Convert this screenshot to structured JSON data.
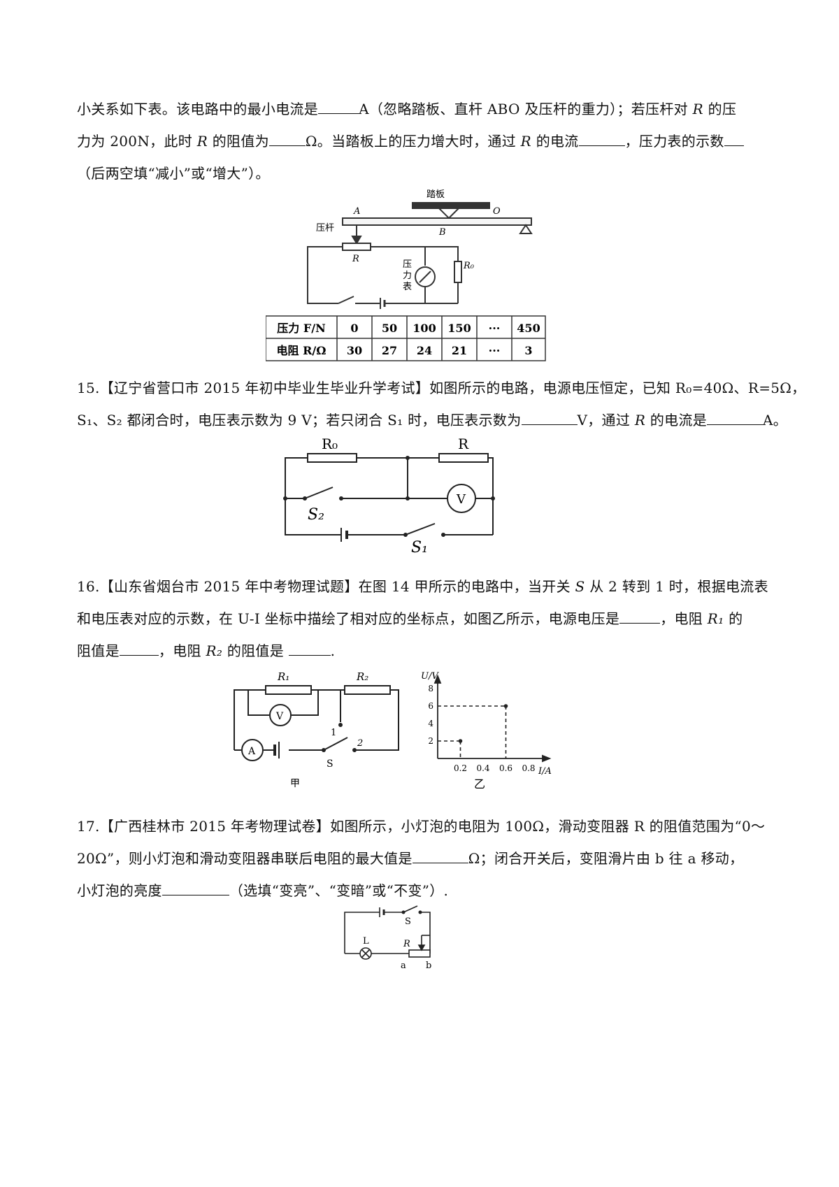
{
  "q14": {
    "line1": [
      "小关系如下表。该电路中的最小电流是",
      "A（忽略踏板、直杆 ABO 及压杆的重力）；若压杆对 ",
      "R",
      " 的压"
    ],
    "line2": [
      "力为 200N，此时 ",
      "R",
      " 的阻值为",
      "Ω。当踏板上的压力增大时，通过 ",
      "R",
      " 的电流",
      "，压力表的示数"
    ],
    "line3": "（后两空填“减小”或“增大”）。",
    "fig": {
      "pedal": "踏板",
      "A": "A",
      "B": "B",
      "O": "O",
      "rod": "压杆",
      "R": "R",
      "gauge": [
        "压",
        "力",
        "表"
      ],
      "R0": "R₀"
    },
    "table": {
      "header": [
        "压力 F/N",
        "0",
        "50",
        "100",
        "150",
        "···",
        "450"
      ],
      "row": [
        "电阻 R/Ω",
        "30",
        "27",
        "24",
        "21",
        "···",
        "3"
      ]
    }
  },
  "q15": {
    "line1": "15.【辽宁省营口市 2015 年初中毕业生毕业升学考试】如图所示的电路，电源电压恒定，已知 R₀=40Ω、R=5Ω，",
    "line2": [
      "S₁、S₂ 都闭合时，电压表示数为 9 V；若只闭合 S₁ 时，电压表示数为",
      "V，通过 ",
      "R",
      " 的电流是",
      "A。"
    ],
    "fig": {
      "R0": "R₀",
      "R": "R",
      "V": "V",
      "S2": "S₂",
      "S1": "S₁"
    }
  },
  "q16": {
    "line1": [
      "16.【山东省烟台市 2015 年中考物理试题】在图 14 甲所示的电路中，当开关 ",
      "S",
      " 从 2 转到 1 时，根据电流表"
    ],
    "line2": [
      "和电压表对应的示数，在 U-I 坐标中描绘了相对应的坐标点，如图乙所示，电源电压是",
      "，电阻 ",
      "R₁",
      " 的"
    ],
    "line3": [
      "阻值是",
      "，电阻 ",
      "R₂",
      " 的阻值是 ",
      "."
    ],
    "fig": {
      "R1": "R₁",
      "R2": "R₂",
      "V": "V",
      "A": "A",
      "S": "S",
      "t1": "1",
      "t2": "2",
      "jia": "甲"
    }
  },
  "chart_data": {
    "type": "scatter",
    "title": "",
    "xlabel": "I/A",
    "ylabel": "U/V",
    "xticks": [
      "0.2",
      "0.4",
      "0.6",
      "0.8"
    ],
    "yticks": [
      "2",
      "4",
      "6",
      "8"
    ],
    "xlim": [
      0,
      0.8
    ],
    "ylim": [
      0,
      8
    ],
    "points": [
      {
        "x": 0.2,
        "y": 2
      },
      {
        "x": 0.6,
        "y": 6
      }
    ],
    "caption": "乙"
  },
  "q17": {
    "line1": "17.【广西桂林市 2015 年考物理试卷】如图所示，小灯泡的电阻为 100Ω，滑动变阻器 R 的阻值范围为“0～",
    "line2": [
      "20Ω”，则小灯泡和滑动变阻器串联后电阻的最大值是",
      "Ω；闭合开关后，变阻滑片由 b 往 a 移动，"
    ],
    "line3": [
      "小灯泡的亮度",
      "（选填“变亮”、“变暗”或“不变”）."
    ],
    "fig": {
      "S": "S",
      "L": "L",
      "R": "R",
      "a": "a",
      "b": "b"
    }
  }
}
